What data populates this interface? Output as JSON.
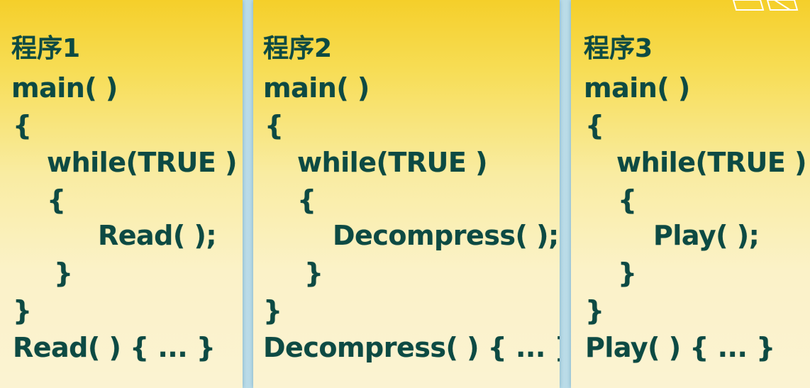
{
  "programs": [
    {
      "title": "程序1",
      "main": "main( )",
      "open_brace": "{",
      "while": "while(TRUE )",
      "inner_open": "{",
      "call": "Read( );",
      "inner_close": "}",
      "close_brace": "}",
      "definition": "Read( ) { ... }"
    },
    {
      "title": "程序2",
      "main": "main( )",
      "open_brace": "{",
      "while": "while(TRUE )",
      "inner_open": "{",
      "call": "Decompress( );",
      "inner_close": "}",
      "close_brace": "}",
      "definition": "Decompress( ) { ... }"
    },
    {
      "title": "程序3",
      "main": "main( )",
      "open_brace": "{",
      "while": "while(TRUE )",
      "inner_open": "{",
      "call": "Play( );",
      "inner_close": "}",
      "close_brace": "}",
      "definition": "Play( ) { ... }"
    }
  ],
  "colors": {
    "code_text": "#0d4a43",
    "panel_top": "#f5cf2a",
    "panel_bottom": "#fbf3d2",
    "background": "#b9dbe8"
  },
  "icons": [
    "logo-icon"
  ]
}
